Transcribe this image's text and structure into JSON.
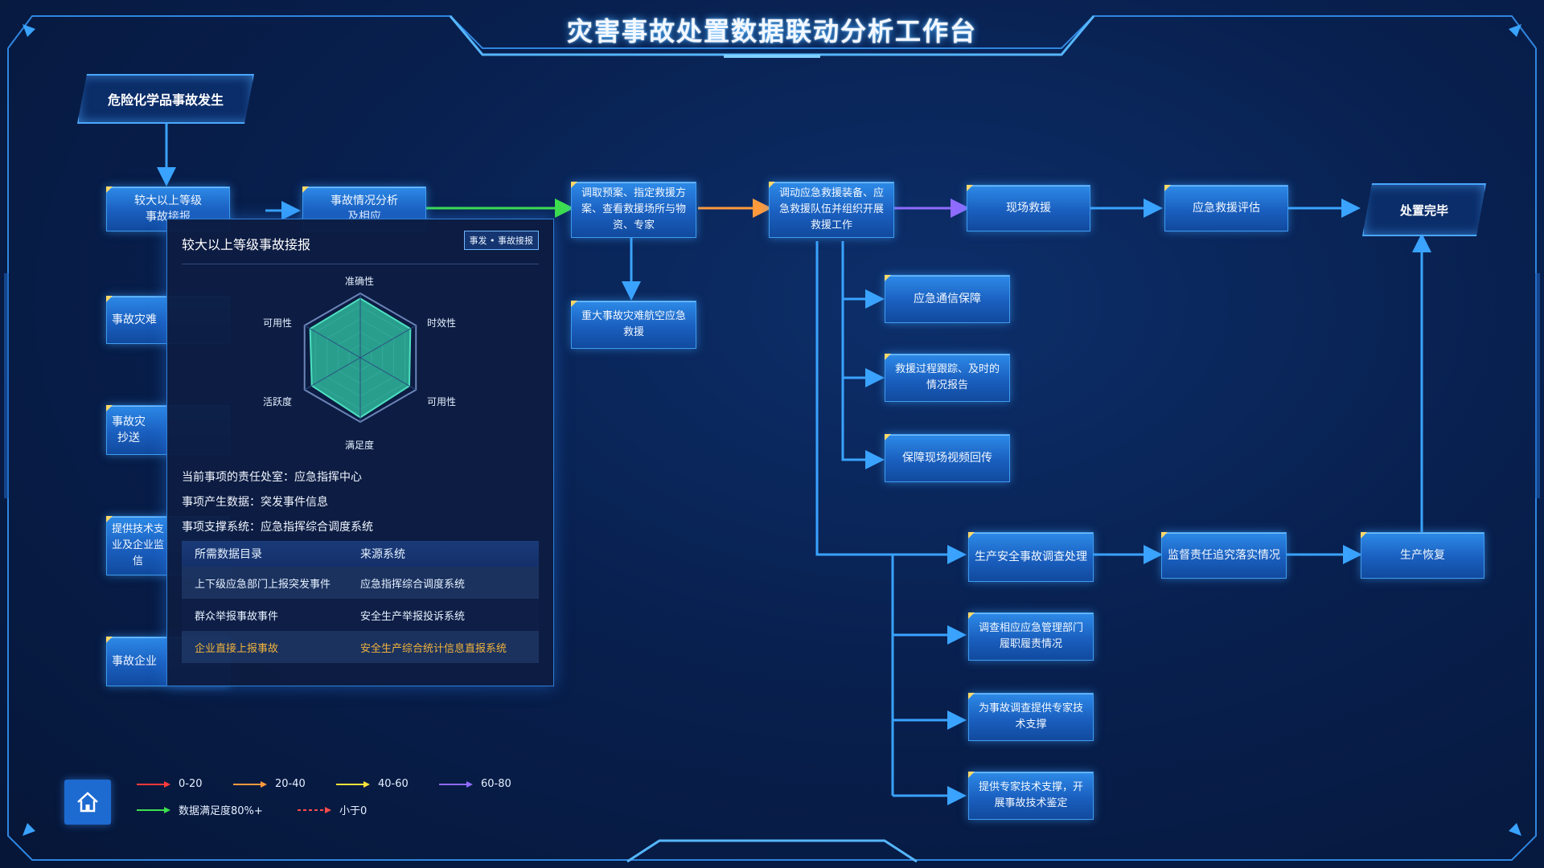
{
  "header": {
    "title": "灾害事故处置数据联动分析工作台"
  },
  "flow": {
    "start": "危险化学品事故发生",
    "n_report": "较大以上等级\n事故接报",
    "n_analysis": "事故情况分析\n及相应",
    "n_plan": "调取预案、指定救援方\n案、查看救援场所与物\n资、专家",
    "n_dispatch": "调动应急救援装备、应\n急救援队伍并组织开展\n救援工作",
    "n_site": "现场救援",
    "n_eval": "应急救援评估",
    "end": "处置完毕",
    "n_air": "重大事故灾难航空应急\n救援",
    "n_comm": "应急通信保障",
    "n_track": "救援过程跟踪、及时的\n情况报告",
    "n_video": "保障现场视频回传",
    "n_left2": "事故灾难",
    "n_left3": "事故灾\n抄送",
    "n_left4": "提供技术支\n业及企业监\n信",
    "n_left5": "事故企业",
    "n_inv": "生产安全事故调查处理",
    "n_supervise": "监督责任追究落实情况",
    "n_recover": "生产恢复",
    "n_duty": "调查相应应急管理部门\n履职履责情况",
    "n_expert": "为事故调查提供专家技\n术支撑",
    "n_identify": "提供专家技术支撑，开\n展事故技术鉴定"
  },
  "popup": {
    "title": "较大以上等级事故接报",
    "tag": "事发 • 事故接报",
    "radar_labels": {
      "top": "准确性",
      "upper_right": "时效性",
      "lower_right": "可用性",
      "bottom": "满足度",
      "lower_left": "活跃度",
      "upper_left": "可用性"
    },
    "radar_values": [
      0.92,
      0.9,
      0.88,
      0.93,
      0.87,
      0.9
    ],
    "office_label": "当前事项的责任处室：",
    "office": "应急指挥中心",
    "data_label": "事项产生数据：",
    "data": "突发事件信息",
    "system_label": "事项支撑系统：",
    "system": "应急指挥综合调度系统",
    "table": {
      "headers": [
        "所需数据目录",
        "来源系统"
      ],
      "rows": [
        [
          "上下级应急部门上报突发事件",
          "应急指挥综合调度系统"
        ],
        [
          "群众举报事故事件",
          "安全生产举报投诉系统"
        ],
        [
          "企业直接上报事故",
          "安全生产综合统计信息直报系统"
        ]
      ]
    }
  },
  "legend": {
    "items": [
      {
        "label": "0-20",
        "color": "#ff3b3b"
      },
      {
        "label": "20-40",
        "color": "#ff9a3c"
      },
      {
        "label": "40-60",
        "color": "#ffe23a"
      },
      {
        "label": "60-80",
        "color": "#8f6bff"
      },
      {
        "label": "数据满足度80%+",
        "color": "#3de04d"
      },
      {
        "label": "小于0",
        "color": "#ff4b4b"
      }
    ]
  },
  "colors": {
    "line": "#3aa3ff",
    "green": "#3de04d",
    "orange": "#ff9a3c",
    "purple": "#8f6bff",
    "node": "#1f6fd6"
  },
  "icons": {
    "home": "home-icon"
  }
}
